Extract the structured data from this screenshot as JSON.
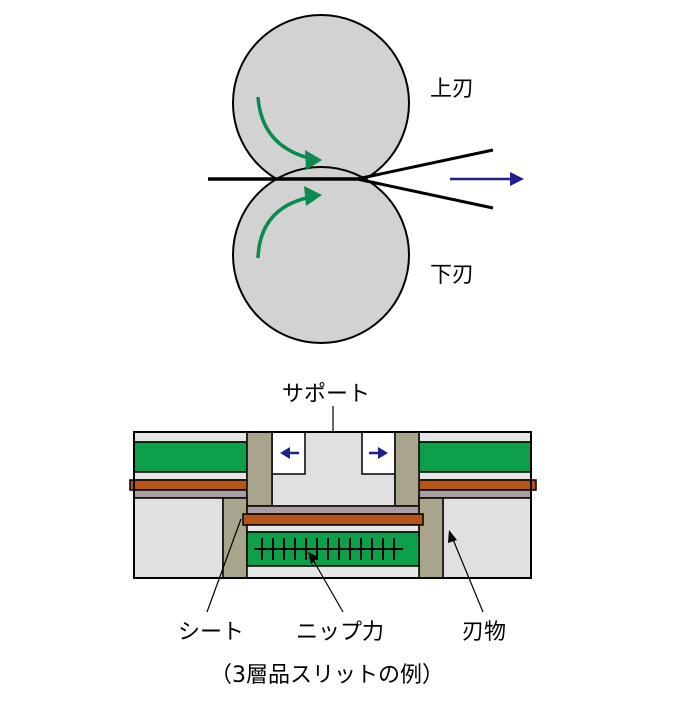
{
  "top": {
    "upper_blade_label": "上刃",
    "lower_blade_label": "下刃"
  },
  "bottom": {
    "support_label": "サポート",
    "sheet_label": "シート",
    "nip_label": "ニップ力",
    "blade_label": "刃物",
    "caption": "（3層品スリットの例）"
  },
  "colors": {
    "roller_fill": "#d2d2d2",
    "rotation_arrow": "#0a8a4e",
    "feed_arrow": "#1f1f8f",
    "green_layer": "#0da04a",
    "brown_layer": "#b5551a",
    "mauve_layer": "#a99ca3",
    "blade_body": "#a8a58c",
    "light_gray": "#e0e0e0"
  }
}
